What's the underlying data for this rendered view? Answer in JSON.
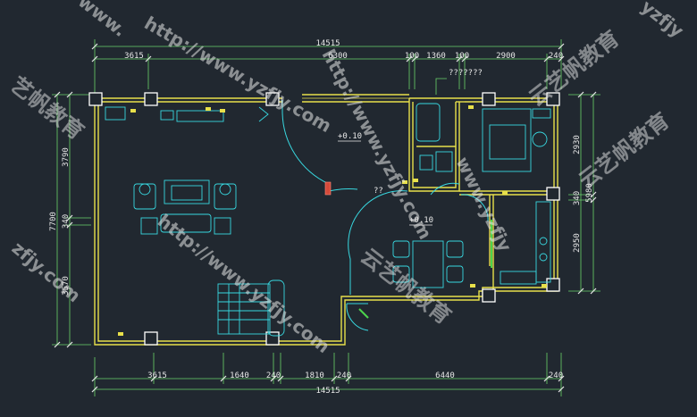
{
  "title": "",
  "dims": {
    "top_total": "14515",
    "top": [
      "3615",
      "6300",
      "100",
      "1360",
      "100",
      "2900",
      "240"
    ],
    "top_note": "???????",
    "bottom_total": "14515",
    "bottom": [
      "3615",
      "1640",
      "240",
      "1810",
      "240",
      "6440",
      "240"
    ],
    "left_total": "7700",
    "left": [
      "3790",
      "3570"
    ],
    "left_mid": "340",
    "right_total": "5980",
    "right": [
      "2930",
      "2950"
    ],
    "right_mid": "340"
  },
  "rooms": {
    "level_1": "+0.10",
    "level_2": "+0.10",
    "hall_label": "??"
  },
  "watermarks": {
    "url1": "http://www.yzfjy.com",
    "url2": "http://www.yzfjy.com",
    "url3": "http://www.yzfjy.com",
    "url4": "www.yzfjy",
    "cn1": "云艺帆教育",
    "cn2": "云艺帆教育",
    "cn3": "云艺帆教育",
    "edge1": "zfjy.com",
    "edge2": "yzfjy",
    "edge3": "www.",
    "edge4": "艺帆教育"
  },
  "colors": {
    "background": "#212830",
    "walls": "#e8e04a",
    "furniture": "#38d8e0",
    "dimension": "#6ad46a",
    "column": "#ffffff",
    "accent": "#d44a3a"
  }
}
